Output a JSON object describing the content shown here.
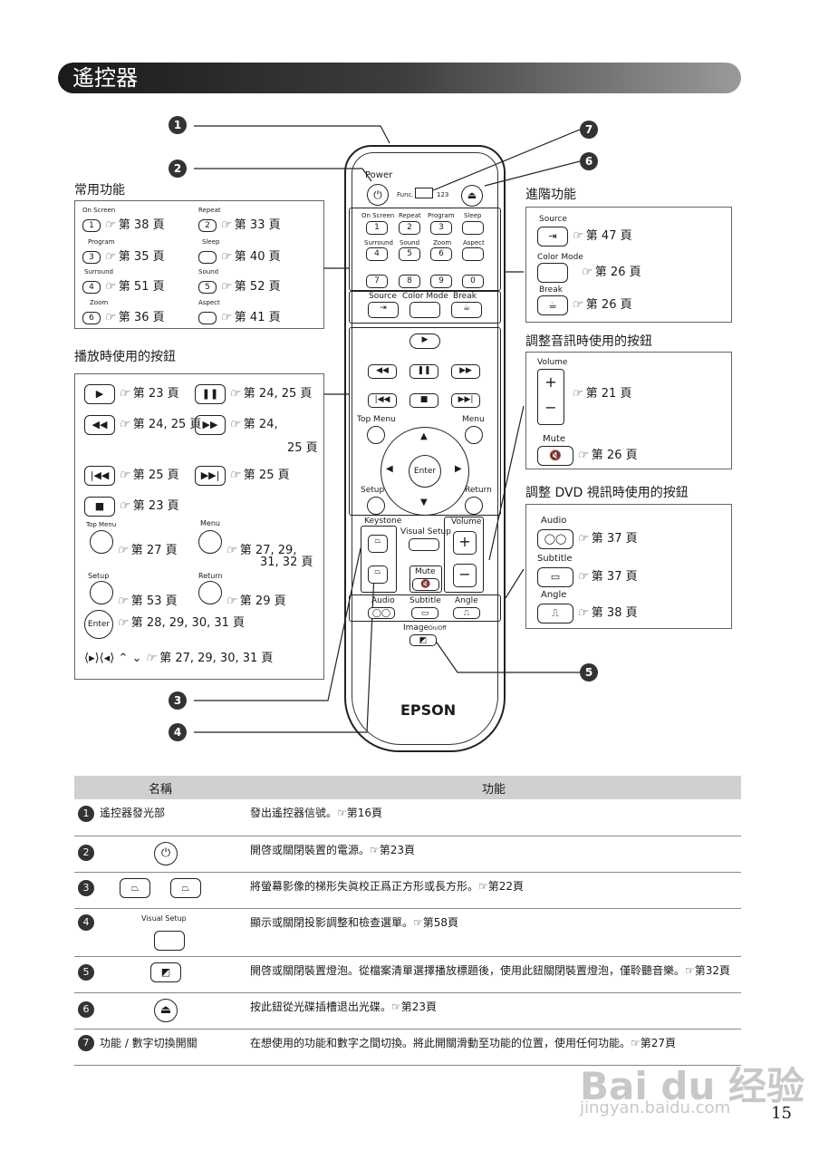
{
  "page": {
    "title": "遙控器",
    "page_number": "15",
    "brand": "EPSON"
  },
  "sections": {
    "common": "常用功能",
    "advanced": "進階功能",
    "playback": "播放時使用的按鈕",
    "audio": "調整音訊時使用的按鈕",
    "dvd": "調整 DVD 視訊時使用的按鈕"
  },
  "common_refs": [
    {
      "label": "On Screen",
      "key": "1",
      "ref": "第 38 頁"
    },
    {
      "label": "Repeat",
      "key": "2",
      "ref": "第 33 頁"
    },
    {
      "label": "Program",
      "key": "3",
      "ref": "第 35 頁"
    },
    {
      "label": "Sleep",
      "key": "",
      "ref": "第 40 頁"
    },
    {
      "label": "Surround",
      "key": "4",
      "ref": "第 51 頁"
    },
    {
      "label": "Sound",
      "key": "5",
      "ref": "第 52 頁"
    },
    {
      "label": "Zoom",
      "key": "6",
      "ref": "第 36 頁"
    },
    {
      "label": "Aspect",
      "key": "",
      "ref": "第 41 頁"
    }
  ],
  "advanced_refs": [
    {
      "label": "Source",
      "ref": "第 47 頁"
    },
    {
      "label": "Color Mode",
      "ref": "第 26 頁"
    },
    {
      "label": "Break",
      "ref": "第 26 頁"
    }
  ],
  "playback_refs": {
    "play": "第 23 頁",
    "pause": "第 24, 25 頁",
    "rew": "第 24, 25 頁",
    "ff": "第 24,",
    "ff2": "25 頁",
    "prev": "第 25 頁",
    "next": "第 25 頁",
    "stop": "第 23 頁",
    "topmenu_label": "Top Menu",
    "topmenu": "第 27 頁",
    "menu_label": "Menu",
    "menu": "第 27, 29,",
    "menu2": "31, 32 頁",
    "setup_label": "Setup",
    "setup": "第 53 頁",
    "return_label": "Return",
    "return": "第 29 頁",
    "enter_label": "Enter",
    "enter": "第 28, 29, 30, 31 頁",
    "arrows": "第 27, 29, 30, 31 頁"
  },
  "audio_refs": {
    "volume_label": "Volume",
    "volume": "第 21 頁",
    "mute_label": "Mute",
    "mute": "第 26 頁"
  },
  "dvd_refs": {
    "audio_label": "Audio",
    "audio": "第 37 頁",
    "subtitle_label": "Subtitle",
    "subtitle": "第 37 頁",
    "angle_label": "Angle",
    "angle": "第 38 頁"
  },
  "remote": {
    "power": "Power",
    "func": "Func.",
    "num": "123",
    "top_labels": [
      "On Screen",
      "Repeat",
      "Program",
      "Sleep"
    ],
    "row1": [
      "1",
      "2",
      "3",
      ""
    ],
    "mid_labels": [
      "Surround",
      "Sound",
      "Zoom",
      "Aspect"
    ],
    "row2": [
      "4",
      "5",
      "6",
      ""
    ],
    "row3": [
      "7",
      "8",
      "9",
      "0"
    ],
    "src_labels": [
      "Source",
      "Color Mode",
      "Break"
    ],
    "top_menu": "Top Menu",
    "menu": "Menu",
    "enter": "Enter",
    "setup": "Setup",
    "return": "Return",
    "keystone": "Keystone",
    "visual_setup": "Visual Setup",
    "volume": "Volume",
    "mute": "Mute",
    "audio": "Audio",
    "subtitle": "Subtitle",
    "angle": "Angle",
    "image": "Image",
    "on_off": "On/Off"
  },
  "callouts": [
    "1",
    "2",
    "3",
    "4",
    "5",
    "6",
    "7"
  ],
  "table": {
    "headers": [
      "名稱",
      "功能"
    ],
    "rows": [
      {
        "n": "1",
        "name": "遙控器發光部",
        "func": "發出遙控器信號。☞第16頁"
      },
      {
        "n": "2",
        "name": "",
        "func": "開啓或關閉裝置的電源。☞第23頁"
      },
      {
        "n": "3",
        "name": "",
        "func": "將螢幕影像的梯形失眞校正爲正方形或長方形。☞第22頁"
      },
      {
        "n": "4",
        "name": "Visual Setup",
        "func": "顯示或關閉投影調整和檢查選單。☞第58頁"
      },
      {
        "n": "5",
        "name": "",
        "func": "開啓或關閉裝置燈泡。從檔案清單選擇播放標題後，使用此鈕關閉裝置燈泡，僅聆聽音樂。☞第32頁"
      },
      {
        "n": "6",
        "name": "",
        "func": "按此鈕從光碟插槽退出光碟。☞第23頁"
      },
      {
        "n": "7",
        "name": "功能 / 數字切換開關",
        "func": "在想使用的功能和數字之間切換。將此開關滑動至功能的位置，使用任何功能。☞第27頁"
      }
    ]
  },
  "watermark": {
    "logo": "Bai du 经验",
    "url": "jingyan.baidu.com"
  }
}
